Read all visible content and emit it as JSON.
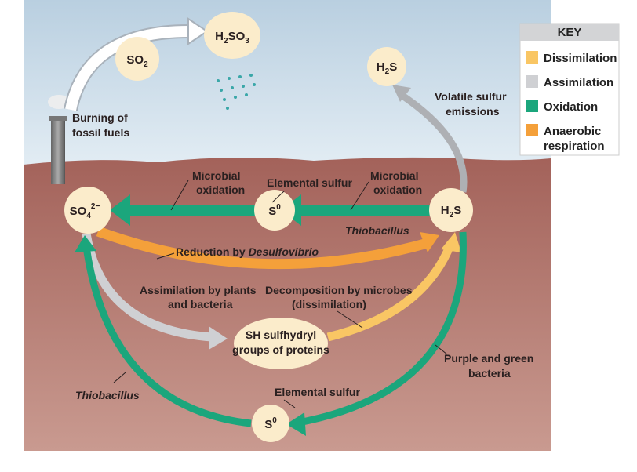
{
  "nodes": {
    "so2": {
      "main": "SO",
      "sub": "2"
    },
    "h2so3": {
      "a": "H",
      "sub1": "2",
      "b": "SO",
      "sub2": "3"
    },
    "h2s_air": {
      "a": "H",
      "sub": "2",
      "b": "S"
    },
    "so4": {
      "main": "SO",
      "sub": "4",
      "sup": "2−"
    },
    "s0_mid": {
      "main": "S",
      "sup": "0"
    },
    "h2s_soil": {
      "a": "H",
      "sub": "2",
      "b": "S"
    },
    "sh": {
      "line1": "SH sulfhydryl",
      "line2": "groups of proteins"
    },
    "s0_bottom": {
      "main": "S",
      "sup": "0"
    }
  },
  "labels": {
    "burning": [
      "Burning of",
      "fossil fuels"
    ],
    "volatile": [
      "Volatile sulfur",
      "emissions"
    ],
    "microbial_left": [
      "Microbial",
      "oxidation"
    ],
    "elemental_mid": "Elemental sulfur",
    "microbial_right": [
      "Microbial",
      "oxidation"
    ],
    "thiobacillus_top": "Thiobacillus",
    "reduction": "Reduction by ",
    "reduction_genus": "Desulfovibrio",
    "assimilation": [
      "Assimilation by plants",
      "and bacteria"
    ],
    "decomposition": [
      "Decomposition by microbes",
      "(dissimilation)"
    ],
    "purple_green": [
      "Purple and green",
      "bacteria"
    ],
    "elemental_bottom": "Elemental sulfur",
    "thiobacillus_bottom": "Thiobacillus"
  },
  "key": {
    "title": "KEY",
    "items": [
      {
        "label": "Dissimilation",
        "color": "#f9c664"
      },
      {
        "label": "Assimilation",
        "color": "#cfd0d3"
      },
      {
        "label": "Oxidation",
        "color": "#1ba67c"
      },
      {
        "label": "Anaerobic",
        "label2": "respiration",
        "color": "#f4a03a"
      }
    ]
  },
  "colors": {
    "oxidation": "#1ba67c",
    "dissimilation": "#f9c664",
    "assimilation": "#cfd0d3",
    "anaerobic": "#f4a03a",
    "node_fill": "#fbeccb",
    "rain": "#3aa7a8"
  }
}
